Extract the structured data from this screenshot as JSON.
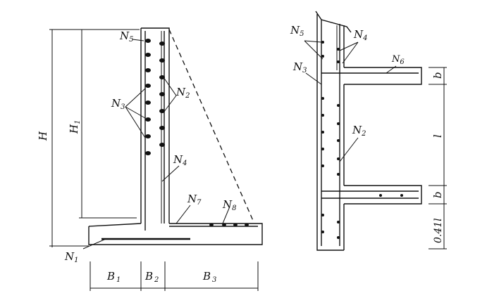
{
  "left_diagram": {
    "dim_H": "H",
    "dim_H1": "H",
    "dim_H1_sub": "1",
    "B1": "B",
    "B1_sub": "1",
    "B2": "B",
    "B2_sub": "2",
    "B3": "B",
    "B3_sub": "3",
    "N1": "N",
    "N1_sub": "1",
    "N2": "N",
    "N2_sub": "2",
    "N3": "N",
    "N3_sub": "3",
    "N4": "N",
    "N4_sub": "4",
    "N5": "N",
    "N5_sub": "5",
    "N7": "N",
    "N7_sub": "7",
    "N8": "N",
    "N8_sub": "8"
  },
  "right_diagram": {
    "N2": "N",
    "N2_sub": "2",
    "N3": "N",
    "N3_sub": "3",
    "N4": "N",
    "N4_sub": "4",
    "N5": "N",
    "N5_sub": "5",
    "N6": "N",
    "N6_sub": "6",
    "dim_b_top": "b",
    "dim_l": "l",
    "dim_b_bottom": "b",
    "dim_041l": "0.41l"
  }
}
